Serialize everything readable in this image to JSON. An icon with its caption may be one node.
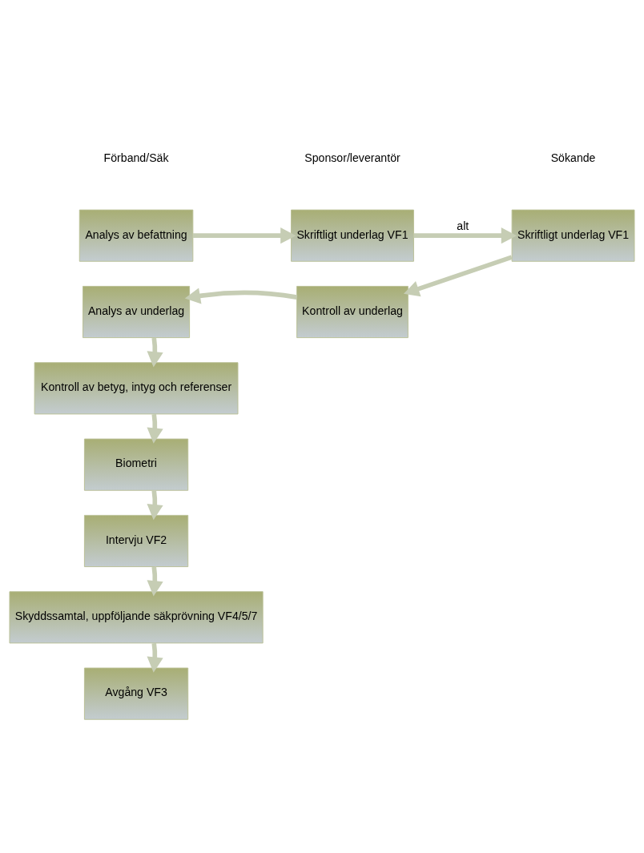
{
  "diagram": {
    "nodes": [
      {
        "text": [
          "Analys av befattning"
        ]
      },
      {
        "text": [
          "Skriftligt underlag VF1"
        ]
      },
      {
        "text": [
          "Skriftligt underlag VF1"
        ]
      },
      {
        "text": [
          "Analys av underlag"
        ]
      },
      {
        "text": [
          "Kontroll av underlag"
        ]
      },
      {
        "text": [
          "Kontroll av betyg, intyg och referenser"
        ]
      },
      {
        "text": [
          "Biometri"
        ]
      },
      {
        "text": [
          "Intervju VF2"
        ]
      },
      {
        "text": [
          "Skyddssamtal, uppföljande säkprövning VF4/5/7"
        ]
      },
      {
        "text": [
          "Avgång VF3"
        ]
      }
    ],
    "edges": [
      {
        "from": 0,
        "to": 1,
        "arrow": "to"
      },
      {
        "from": 1,
        "to": 2,
        "arrow": "to",
        "label": "alt"
      },
      {
        "from": 2,
        "to": 4,
        "arrow": "to"
      },
      {
        "from": 4,
        "to": 3,
        "arrow": "to"
      },
      {
        "from": 3,
        "to": 5,
        "arrow": "to"
      },
      {
        "from": 5,
        "to": 6,
        "arrow": "to"
      },
      {
        "from": 6,
        "to": 7,
        "arrow": "to"
      },
      {
        "from": 7,
        "to": 8,
        "arrow": "to"
      },
      {
        "from": 8,
        "to": 9,
        "arrow": "to"
      }
    ],
    "labels": [
      "Förband/Säk",
      "Sponsor/leverantör",
      "Sökande"
    ]
  }
}
